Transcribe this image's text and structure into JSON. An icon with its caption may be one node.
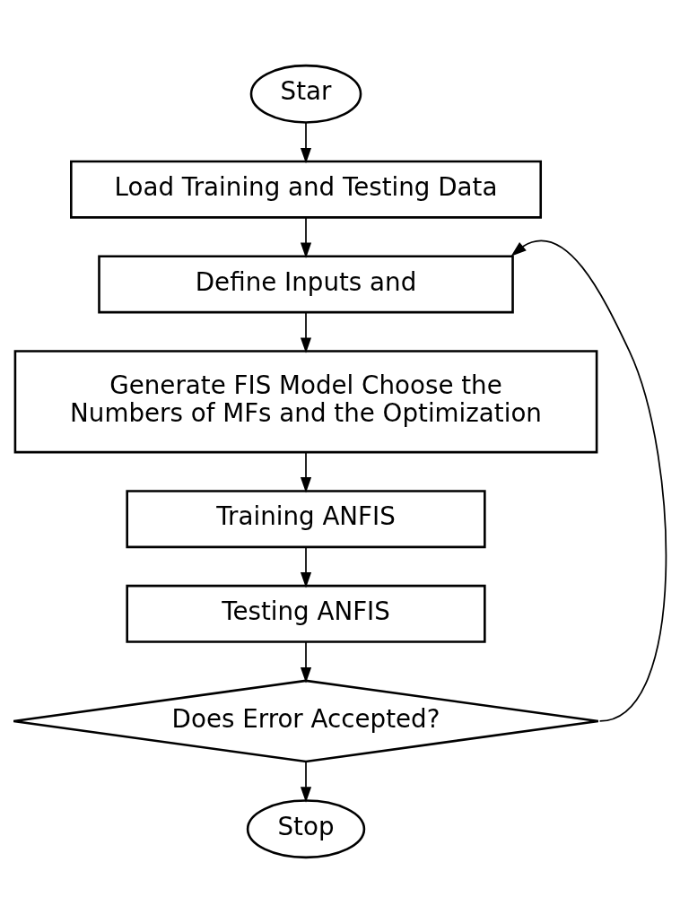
{
  "diagram": {
    "nodes": [
      {
        "text": [
          "Star"
        ]
      },
      {
        "text": [
          "Load Training and Testing Data"
        ]
      },
      {
        "text": [
          "Define Inputs and"
        ]
      },
      {
        "text": [
          "Generate FIS Model Choose the Numbers of MFs and the Optimization"
        ]
      },
      {
        "text": [
          "Training ANFIS"
        ]
      },
      {
        "text": [
          "Testing ANFIS"
        ]
      },
      {
        "text": [
          "Does Error Accepted?"
        ]
      },
      {
        "text": [
          "Stop"
        ]
      }
    ],
    "edges": [
      {
        "from": 0,
        "to": 1,
        "arrow": "to"
      },
      {
        "from": 1,
        "to": 2,
        "arrow": "to"
      },
      {
        "from": 2,
        "to": 3,
        "arrow": "to"
      },
      {
        "from": 3,
        "to": 4,
        "arrow": "to"
      },
      {
        "from": 4,
        "to": 5,
        "arrow": "to"
      },
      {
        "from": 5,
        "to": 6,
        "arrow": "to"
      },
      {
        "from": 6,
        "to": 7,
        "arrow": "to"
      },
      {
        "from": 6,
        "to": 2,
        "arrow": "to"
      }
    ]
  }
}
